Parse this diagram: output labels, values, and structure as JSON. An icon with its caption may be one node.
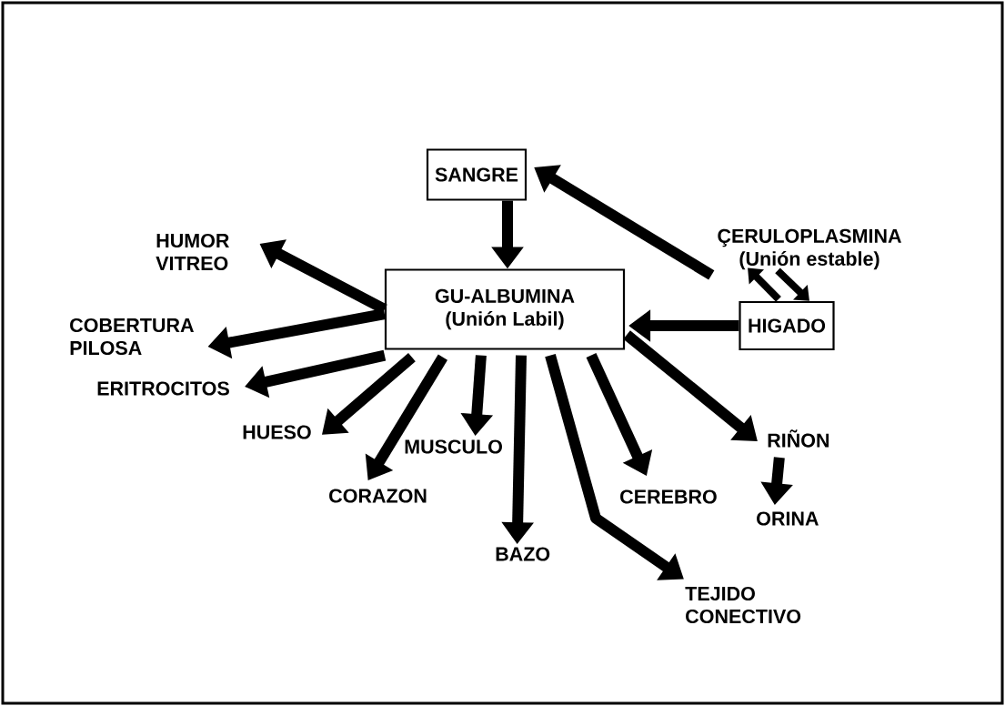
{
  "diagram": {
    "nodes": [
      {
        "text": [
          "SANGRE"
        ]
      },
      {
        "text": [
          "GU-ALBUMINA",
          "(Unión Labil)"
        ]
      },
      {
        "text": [
          "ÇERULOPLASMINA",
          "(Unión estable)"
        ]
      },
      {
        "text": [
          "HIGADO"
        ]
      },
      {
        "text": [
          "HUMOR VITREO"
        ]
      },
      {
        "text": [
          "COBERTURA PILOSA"
        ]
      },
      {
        "text": [
          "ERITROCITOS"
        ]
      },
      {
        "text": [
          "HUESO"
        ]
      },
      {
        "text": [
          "CORAZON"
        ]
      },
      {
        "text": [
          "MUSCULO"
        ]
      },
      {
        "text": [
          "BAZO"
        ]
      },
      {
        "text": [
          "CEREBRO"
        ]
      },
      {
        "text": [
          "TEJIDO CONECTIVO"
        ]
      },
      {
        "text": [
          "RIÑON"
        ]
      },
      {
        "text": [
          "ORINA"
        ]
      }
    ],
    "edges": [
      {
        "from": 0,
        "to": 1,
        "arrow": "to"
      },
      {
        "from": 2,
        "to": 0,
        "arrow": "to"
      },
      {
        "from": 3,
        "to": 1,
        "arrow": "to"
      },
      {
        "from": 3,
        "to": 2,
        "arrow": "to"
      },
      {
        "from": 2,
        "to": 3,
        "arrow": "to"
      },
      {
        "from": 1,
        "to": 4,
        "arrow": "to"
      },
      {
        "from": 1,
        "to": 5,
        "arrow": "to"
      },
      {
        "from": 1,
        "to": 6,
        "arrow": "to"
      },
      {
        "from": 1,
        "to": 7,
        "arrow": "to"
      },
      {
        "from": 1,
        "to": 8,
        "arrow": "to"
      },
      {
        "from": 1,
        "to": 9,
        "arrow": "to"
      },
      {
        "from": 1,
        "to": 10,
        "arrow": "to"
      },
      {
        "from": 1,
        "to": 12,
        "arrow": "to"
      },
      {
        "from": 1,
        "to": 11,
        "arrow": "to"
      },
      {
        "from": 1,
        "to": 13,
        "arrow": "to"
      },
      {
        "from": 13,
        "to": 14,
        "arrow": "to"
      }
    ]
  }
}
